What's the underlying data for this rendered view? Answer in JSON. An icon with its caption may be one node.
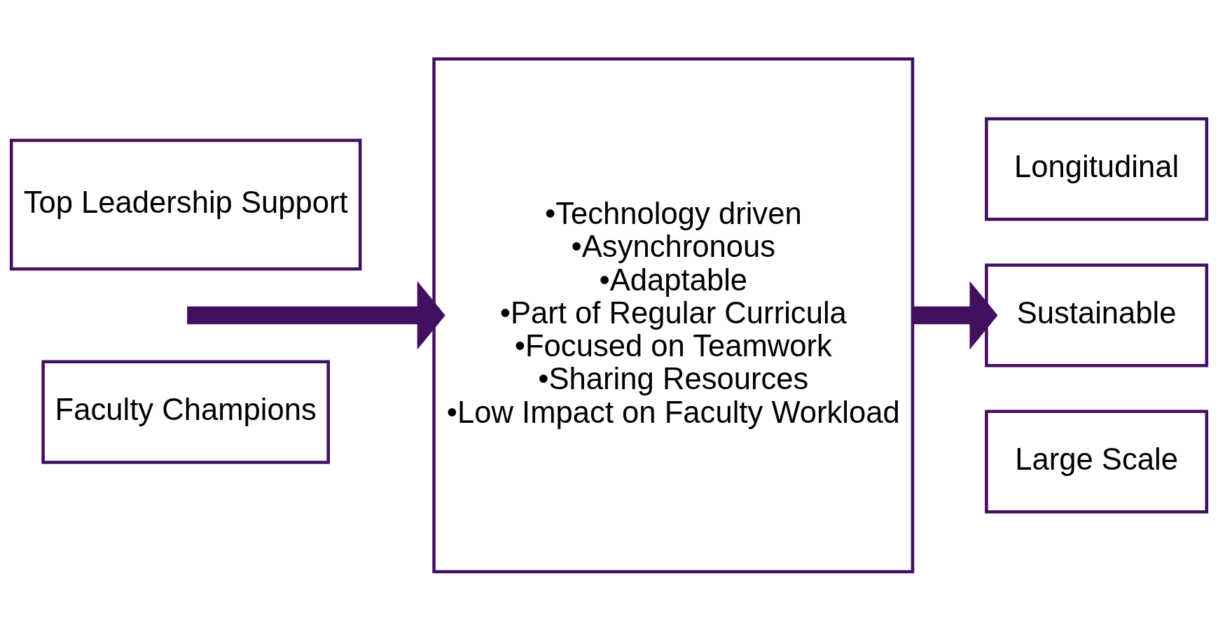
{
  "diagram": {
    "nodes": [
      {
        "text": [
          "Top Leadership Support"
        ]
      },
      {
        "text": [
          "Faculty Champions"
        ]
      },
      {
        "text": [
          "•Technology driven",
          "•Asynchronous",
          "•Adaptable",
          "•Part of Regular Curricula",
          "•Focused on Teamwork",
          "•Sharing Resources",
          "•Low Impact on Faculty Workload"
        ]
      },
      {
        "text": [
          "Longitudinal"
        ]
      },
      {
        "text": [
          "Sustainable"
        ]
      },
      {
        "text": [
          "Large Scale"
        ]
      }
    ],
    "edges": [
      {
        "from": null,
        "to": 2,
        "arrow": "to"
      },
      {
        "from": 2,
        "to": 4,
        "arrow": "to"
      }
    ]
  }
}
